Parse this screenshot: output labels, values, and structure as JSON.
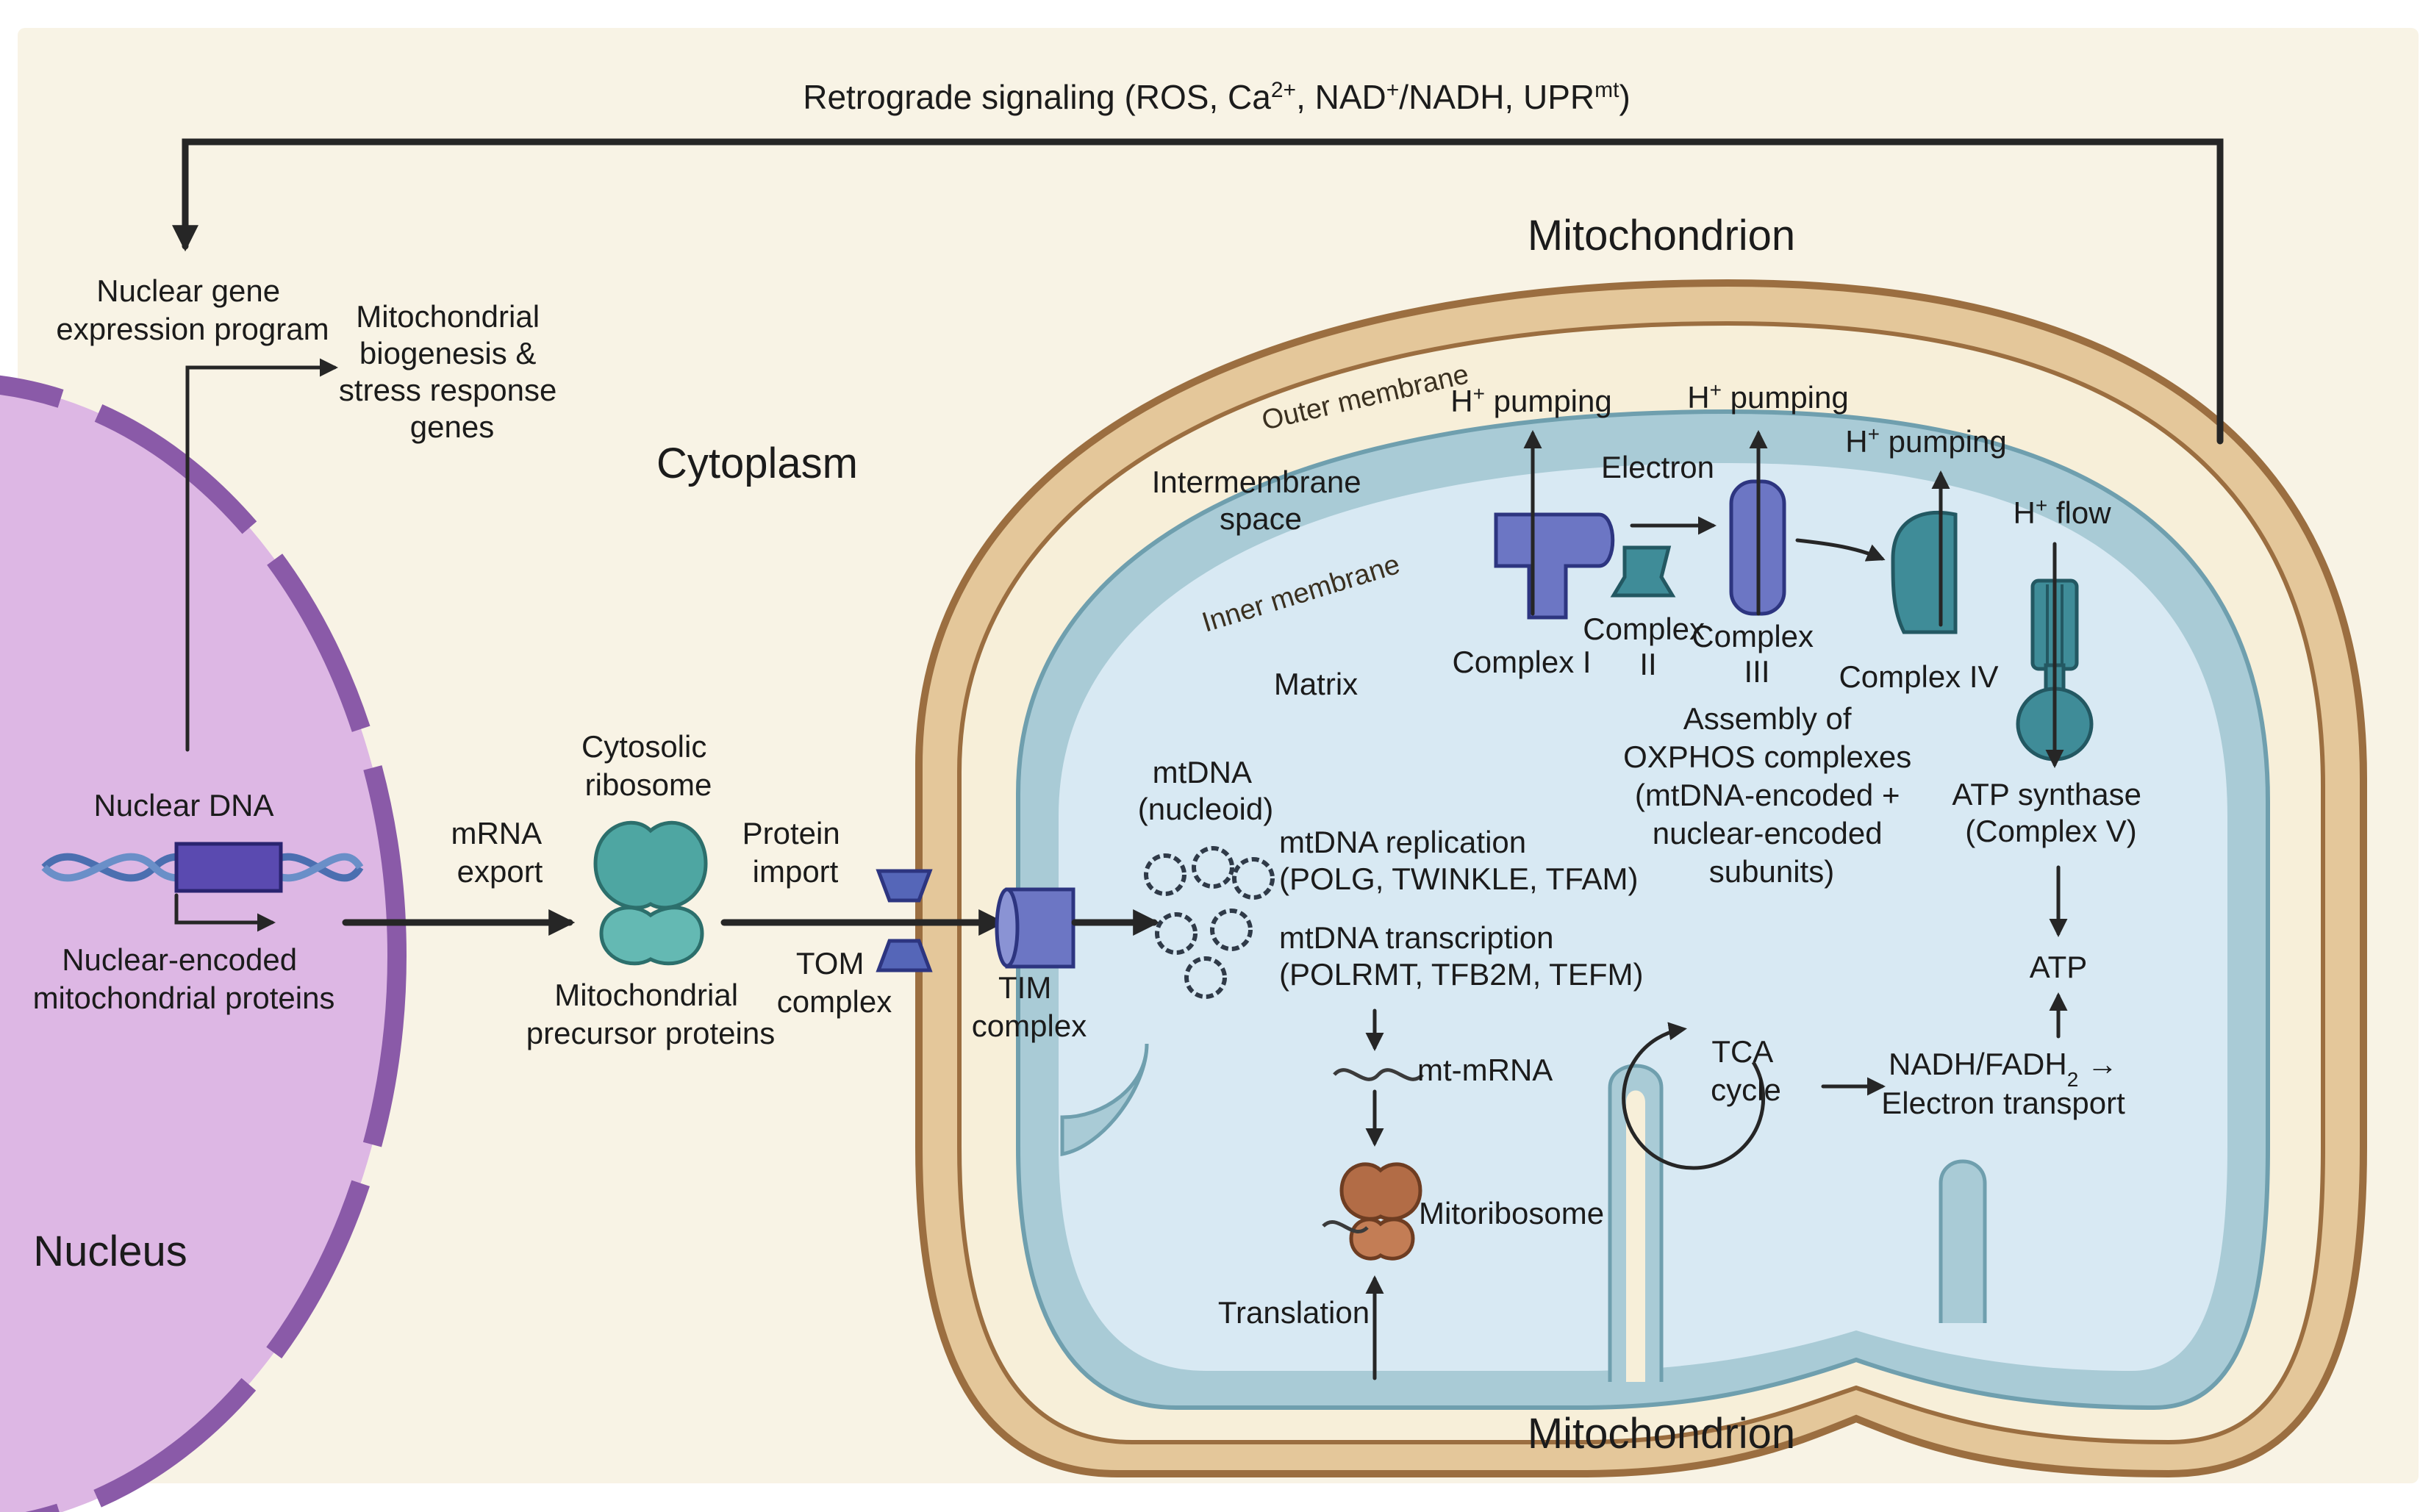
{
  "retrograde": {
    "prefix": "Retrograde signaling (ROS, Ca",
    "ca_sup": "2+",
    "middle": ", NAD",
    "nad_sup": "+",
    "middle2": "/NADH, UPR",
    "upr_sup": "mt",
    "suffix": ")"
  },
  "nucleus": {
    "title": "Nucleus",
    "gene_program": [
      "Nuclear gene",
      "expression program"
    ],
    "biogenesis": [
      "Mitochondrial",
      "biogenesis &",
      "stress response",
      "genes"
    ],
    "dna": "Nuclear DNA",
    "encoded": [
      "Nuclear-encoded",
      "mitochondrial proteins"
    ]
  },
  "cytoplasm": {
    "title": "Cytoplasm",
    "mrna_export": [
      "mRNA",
      "export"
    ],
    "ribosome": [
      "Cytosolic",
      "ribosome"
    ],
    "precursor": [
      "Mitochondrial",
      "precursor proteins"
    ],
    "protein_import": [
      "Protein",
      "import"
    ],
    "tom": [
      "TOM",
      "complex"
    ]
  },
  "mito": {
    "title_top": "Mitochondrion",
    "title_bottom": "Mitochondrion",
    "outer_membrane": "Outer membrane",
    "inner_membrane": "Inner membrane",
    "intermembrane": [
      "Intermembrane",
      "space"
    ],
    "matrix": "Matrix",
    "tim": [
      "TIM",
      "complex"
    ],
    "mtdna": [
      "mtDNA",
      "(nucleoid)"
    ],
    "replication": [
      "mtDNA replication",
      "(POLG, TWINKLE, TFAM)"
    ],
    "transcription": [
      "mtDNA transcription",
      "(POLRMT, TFB2M, TEFM)"
    ],
    "mt_mrna": "mt-mRNA",
    "mitoribosome": "Mitoribosome",
    "translation": "Translation"
  },
  "etc": {
    "h_pumping": "H",
    "h_sup": "+",
    "pumping_word": " pumping",
    "flow_word": " flow",
    "electron": "Electron",
    "complex1": "Complex I",
    "complex2": [
      "Complex",
      "II"
    ],
    "complex3": [
      "Complex",
      "III"
    ],
    "complex4": "Complex IV",
    "atp_synthase": [
      "ATP synthase",
      "(Complex V)"
    ],
    "atp": "ATP",
    "assembly": [
      "Assembly of",
      "OXPHOS complexes",
      "(mtDNA-encoded +",
      "nuclear-encoded",
      "subunits)"
    ],
    "tca": [
      "TCA",
      "cycle"
    ],
    "nadh_prefix": "NADH/FADH",
    "nadh_sub": "2",
    "nadh_arrow": " →",
    "electron_transport": "Electron transport"
  },
  "colors": {
    "nucleus_fill": "#ddb7e4",
    "nucleus_dash": "#8a5aa8",
    "outer_membrane": "#e4c79a",
    "outer_stroke": "#9b6e40",
    "ims": "#f7efd9",
    "inner_membrane": "#a9cbd6",
    "matrix": "#d8e9f3",
    "complex_purple": "#6c76c4",
    "complex_teal": "#3f8c98",
    "ribosome_teal": "#4ea6a2",
    "mitoribosome": "#b26c46"
  }
}
